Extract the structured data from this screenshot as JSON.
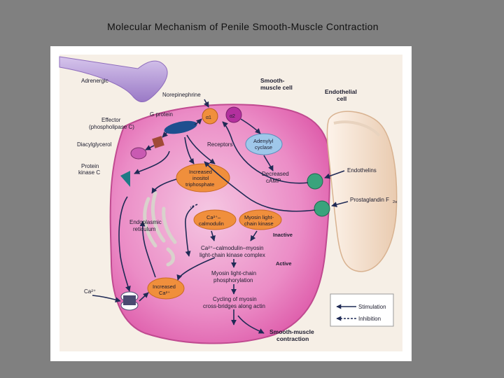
{
  "slide": {
    "title": "Molecular Mechanism of Penile Smooth-Muscle Contraction"
  },
  "diagram": {
    "labels": {
      "adrenergic": "Adrenergic",
      "norepinephrine": "Norepinephrine",
      "smooth_muscle_cell": [
        "Smooth-",
        "muscle cell"
      ],
      "endothelial_cell": [
        "Endothelial",
        "cell"
      ],
      "effector": [
        "Effector",
        "(phospholipase C)"
      ],
      "g_protein": "G protein",
      "alpha1": "α1",
      "alpha2": "α2",
      "diacylglycerol": "Diacylglycerol",
      "receptors": "Receptors",
      "adenylyl_cyclase": [
        "Adenylyl",
        "cyclase"
      ],
      "protein_kinase_c": [
        "Protein",
        "kinase C"
      ],
      "increased_ip3": [
        "Increased",
        "inositol",
        "triphosphate"
      ],
      "decreased_camp": [
        "Decreased",
        "cAMP"
      ],
      "endothelins": "Endothelins",
      "prostaglandin": "Prostaglandin F",
      "prostaglandin_sub": "2α",
      "endoplasmic_reticulum": [
        "Endoplasmic",
        "reticulum"
      ],
      "ca_calmodulin": [
        "Ca²⁺–",
        "calmodulin"
      ],
      "mlck": [
        "Myosin light-",
        "chain kinase"
      ],
      "inactive": "Inactive",
      "complex": [
        "Ca²⁺–calmodulin–myosin",
        "light-chain kinase complex"
      ],
      "active": "Active",
      "phosphorylation": [
        "Myosin light-chain",
        "phosphorylation"
      ],
      "ca2_outside": "Ca²⁺",
      "increased_ca": [
        "Increased",
        "Ca²⁺"
      ],
      "cycling": [
        "Cycling of myosin",
        "cross-bridges along actin"
      ],
      "contraction": [
        "Smooth-muscle",
        "contraction"
      ]
    },
    "legend": {
      "stimulation": "Stimulation",
      "inhibition": "Inhibition"
    },
    "colors": {
      "cell_fill": "#e05aa8",
      "cell_stroke": "#c04a90",
      "nerve": "#b79ad6",
      "endothelial_cell": "#f3ddc6",
      "enzyme_orange": "#f08f3c",
      "adenylyl_blue": "#9fc7ea",
      "receptor_green": "#3aa37c",
      "g_protein_blue": "#1e4f8f",
      "pkc_teal": "#1f7a86",
      "arrow": "#1f2a55"
    }
  }
}
